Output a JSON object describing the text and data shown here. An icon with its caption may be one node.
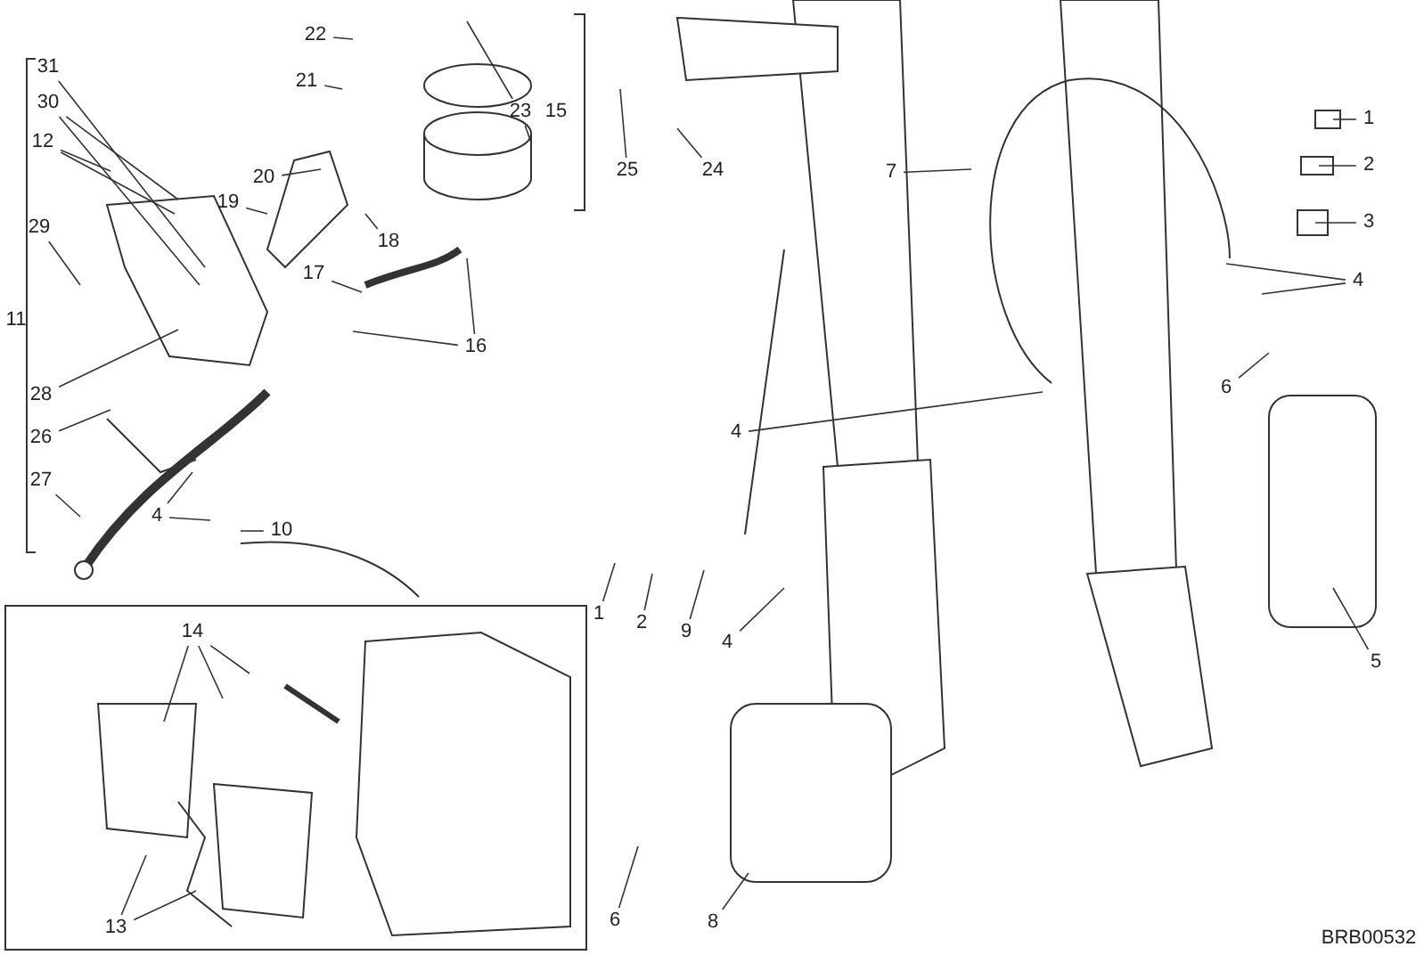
{
  "diagram": {
    "nodes": [
      {
        "text": [
          "31"
        ]
      },
      {
        "text": [
          "30"
        ]
      },
      {
        "text": [
          "12"
        ]
      },
      {
        "text": [
          "29"
        ]
      },
      {
        "text": [
          "28"
        ]
      },
      {
        "text": [
          "26"
        ]
      },
      {
        "text": [
          "27"
        ]
      },
      {
        "text": [
          "22"
        ]
      },
      {
        "text": [
          "21"
        ]
      },
      {
        "text": [
          "20"
        ]
      },
      {
        "text": [
          "19"
        ]
      },
      {
        "text": [
          "18"
        ]
      },
      {
        "text": [
          "17"
        ]
      },
      {
        "text": [
          "16"
        ]
      },
      {
        "text": [
          "23"
        ]
      },
      {
        "text": [
          "25"
        ]
      },
      {
        "text": [
          "24"
        ]
      },
      {
        "text": [
          "7"
        ]
      },
      {
        "text": [
          "1"
        ]
      },
      {
        "text": [
          "2"
        ]
      },
      {
        "text": [
          "3"
        ]
      },
      {
        "text": [
          "4"
        ]
      },
      {
        "text": [
          "6"
        ]
      },
      {
        "text": [
          "5"
        ]
      },
      {
        "text": [
          "4"
        ]
      },
      {
        "text": [
          "4"
        ]
      },
      {
        "text": [
          "10"
        ]
      },
      {
        "text": [
          "1"
        ]
      },
      {
        "text": [
          "2"
        ]
      },
      {
        "text": [
          "9"
        ]
      },
      {
        "text": [
          "4"
        ]
      },
      {
        "text": [
          "14"
        ]
      },
      {
        "text": [
          "13"
        ]
      },
      {
        "text": [
          "6"
        ]
      },
      {
        "text": [
          "8"
        ]
      }
    ],
    "edges": [
      {
        "from": 0,
        "to": null,
        "arrow": "none"
      },
      {
        "from": 1,
        "to": null,
        "arrow": "none"
      },
      {
        "from": 1,
        "to": null,
        "arrow": "none"
      },
      {
        "from": 2,
        "to": null,
        "arrow": "none"
      },
      {
        "from": 2,
        "to": null,
        "arrow": "none"
      },
      {
        "from": 3,
        "to": null,
        "arrow": "none"
      },
      {
        "from": 4,
        "to": null,
        "arrow": "none"
      },
      {
        "from": 5,
        "to": null,
        "arrow": "none"
      },
      {
        "from": 6,
        "to": null,
        "arrow": "none"
      },
      {
        "from": 7,
        "to": null,
        "arrow": "none"
      },
      {
        "from": 8,
        "to": null,
        "arrow": "none"
      },
      {
        "from": 9,
        "to": null,
        "arrow": "none"
      },
      {
        "from": 10,
        "to": null,
        "arrow": "none"
      },
      {
        "from": 11,
        "to": null,
        "arrow": "none"
      },
      {
        "from": 12,
        "to": null,
        "arrow": "none"
      },
      {
        "from": 13,
        "to": null,
        "arrow": "none"
      },
      {
        "from": 13,
        "to": null,
        "arrow": "none"
      },
      {
        "from": 14,
        "to": null,
        "arrow": "none"
      },
      {
        "from": 14,
        "to": null,
        "arrow": "none"
      },
      {
        "from": 15,
        "to": null,
        "arrow": "none"
      },
      {
        "from": 16,
        "to": null,
        "arrow": "none"
      },
      {
        "from": 17,
        "to": null,
        "arrow": "none"
      },
      {
        "from": 18,
        "to": null,
        "arrow": "none"
      },
      {
        "from": 19,
        "to": null,
        "arrow": "none"
      },
      {
        "from": 20,
        "to": null,
        "arrow": "none"
      },
      {
        "from": 21,
        "to": null,
        "arrow": "none"
      },
      {
        "from": 21,
        "to": null,
        "arrow": "none"
      },
      {
        "from": 22,
        "to": null,
        "arrow": "none"
      },
      {
        "from": 23,
        "to": null,
        "arrow": "none"
      },
      {
        "from": 24,
        "to": null,
        "arrow": "none"
      },
      {
        "from": 25,
        "to": null,
        "arrow": "none"
      },
      {
        "from": 25,
        "to": null,
        "arrow": "none"
      },
      {
        "from": 26,
        "to": null,
        "arrow": "none"
      },
      {
        "from": 27,
        "to": null,
        "arrow": "none"
      },
      {
        "from": 28,
        "to": null,
        "arrow": "none"
      },
      {
        "from": 29,
        "to": null,
        "arrow": "none"
      },
      {
        "from": 30,
        "to": null,
        "arrow": "none"
      },
      {
        "from": 31,
        "to": null,
        "arrow": "none"
      },
      {
        "from": 31,
        "to": null,
        "arrow": "none"
      },
      {
        "from": 31,
        "to": null,
        "arrow": "none"
      },
      {
        "from": 32,
        "to": null,
        "arrow": "none"
      },
      {
        "from": 32,
        "to": null,
        "arrow": "none"
      },
      {
        "from": 33,
        "to": null,
        "arrow": "none"
      },
      {
        "from": 34,
        "to": null,
        "arrow": "none"
      }
    ],
    "labels": [
      "11",
      "15",
      "BRB00532"
    ]
  }
}
